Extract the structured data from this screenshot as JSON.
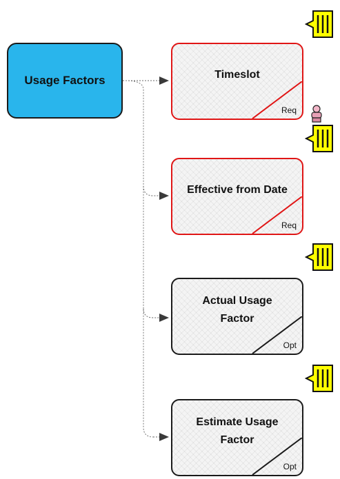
{
  "root": {
    "label": "Usage Factors"
  },
  "attributes": [
    {
      "label": "Timeslot",
      "tag": "Req",
      "kind": "required"
    },
    {
      "label": "Effective from Date",
      "tag": "Req",
      "kind": "required"
    },
    {
      "label": "Actual Usage Factor",
      "tag": "Opt",
      "kind": "optional"
    },
    {
      "label": "Estimate Usage Factor",
      "tag": "Opt",
      "kind": "optional"
    }
  ],
  "colors": {
    "root_fill": "#29b5ec",
    "required_border": "#e01515",
    "optional_border": "#1a1a1a",
    "note_fill": "#ffff00",
    "connector": "#666666"
  },
  "icons": [
    "note-icon",
    "person-icon",
    "arrow-head-icon"
  ]
}
